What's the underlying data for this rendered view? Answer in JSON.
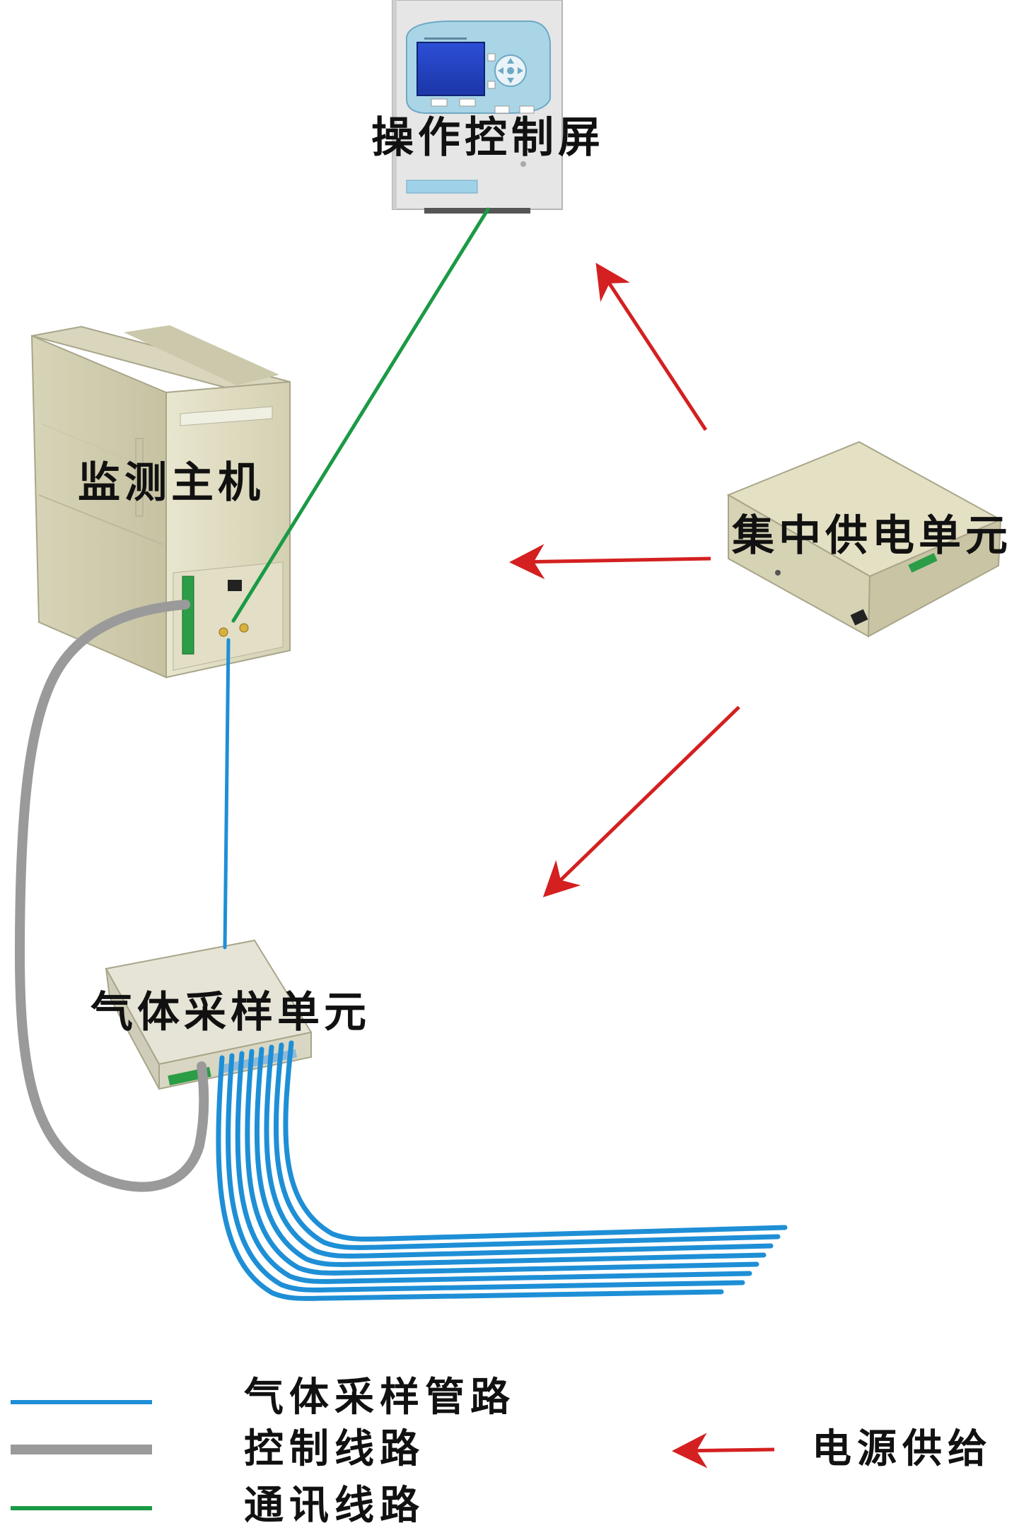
{
  "diagram": {
    "nodes": {
      "control_screen": {
        "label": "操作控制屏"
      },
      "monitor_host": {
        "label": "监测主机"
      },
      "power_unit": {
        "label": "集中供电单元"
      },
      "sampling_unit": {
        "label": "气体采样单元"
      }
    },
    "legend": {
      "gas_pipe": "气体采样管路",
      "control_line": "控制线路",
      "comm_line": "通讯线路",
      "power_supply": "电源供给"
    },
    "colors": {
      "gas_pipe": "#1e8fd6",
      "control_line": "#9a9a9a",
      "comm_line": "#1a9a45",
      "power_supply": "#d42020",
      "device_beige": "#e4e0c4"
    }
  }
}
